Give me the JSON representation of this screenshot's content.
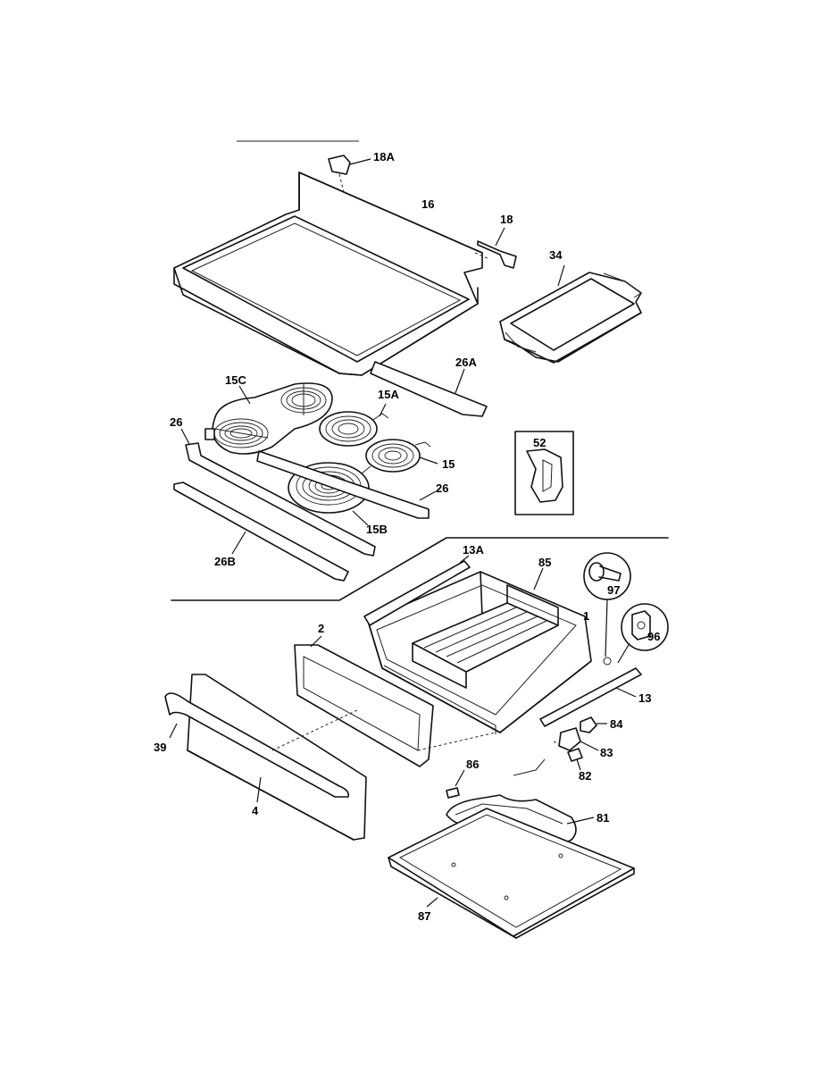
{
  "callouts": {
    "c18A": "18A",
    "c16": "16",
    "c18": "18",
    "c34": "34",
    "c26A": "26A",
    "c15C": "15C",
    "c15A": "15A",
    "c26_left": "26",
    "c15": "15",
    "c52": "52",
    "c26_right": "26",
    "c15B": "15B",
    "c26B": "26B",
    "c13A": "13A",
    "c85": "85",
    "c97": "97",
    "c1": "1",
    "c96": "96",
    "c2": "2",
    "c13": "13",
    "c84": "84",
    "c83": "83",
    "c39": "39",
    "c82": "82",
    "c86": "86",
    "c4": "4",
    "c81": "81",
    "c87": "87"
  }
}
